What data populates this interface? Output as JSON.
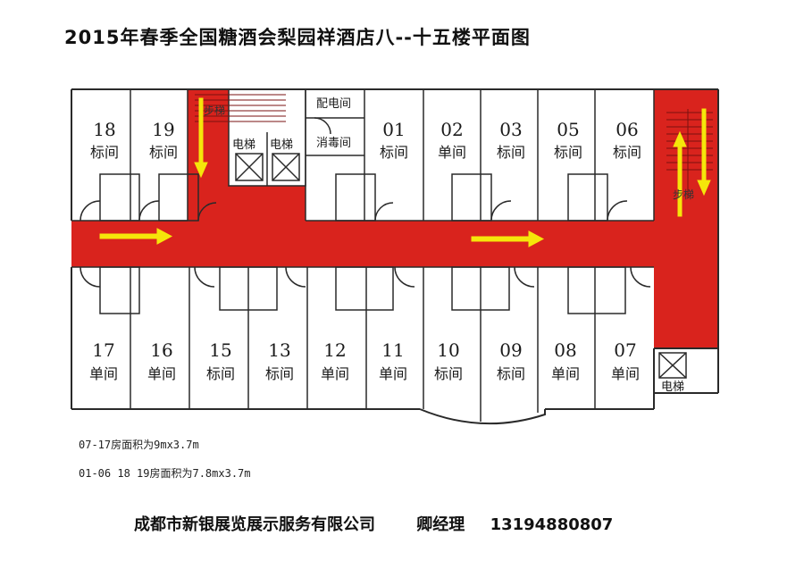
{
  "title": "2015年春季全国糖酒会梨园祥酒店八--十五楼平面图",
  "top_rooms": [
    {
      "num": "18",
      "type": "标间"
    },
    {
      "num": "19",
      "type": "标间"
    },
    {
      "num": "01",
      "type": "标间"
    },
    {
      "num": "02",
      "type": "单间"
    },
    {
      "num": "03",
      "type": "标间"
    },
    {
      "num": "05",
      "type": "标间"
    },
    {
      "num": "06",
      "type": "标间"
    }
  ],
  "bottom_rooms": [
    {
      "num": "17",
      "type": "单间"
    },
    {
      "num": "16",
      "type": "单间"
    },
    {
      "num": "15",
      "type": "标间"
    },
    {
      "num": "13",
      "type": "标间"
    },
    {
      "num": "12",
      "type": "单间"
    },
    {
      "num": "11",
      "type": "单间"
    },
    {
      "num": "10",
      "type": "标间"
    },
    {
      "num": "09",
      "type": "标间"
    },
    {
      "num": "08",
      "type": "单间"
    },
    {
      "num": "07",
      "type": "单间"
    }
  ],
  "labels": {
    "stairs_left": "步梯",
    "stairs_right": "步梯",
    "elevator_1": "电梯",
    "elevator_2": "电梯",
    "elevator_3": "电梯",
    "power_room": "配电间",
    "disinfection_room": "消毒间"
  },
  "notes": {
    "line1": "07-17房面积为9mx3.7m",
    "line2": "01-06 18 19房面积为7.8mx3.7m"
  },
  "footer": {
    "company": "成都市新银展览展示服务有限公司",
    "contact": "卿经理",
    "phone": "13194880807"
  },
  "colors": {
    "corridor": "#d9231d",
    "arrow": "#f5e60a",
    "wall": "#2a2a2a"
  }
}
